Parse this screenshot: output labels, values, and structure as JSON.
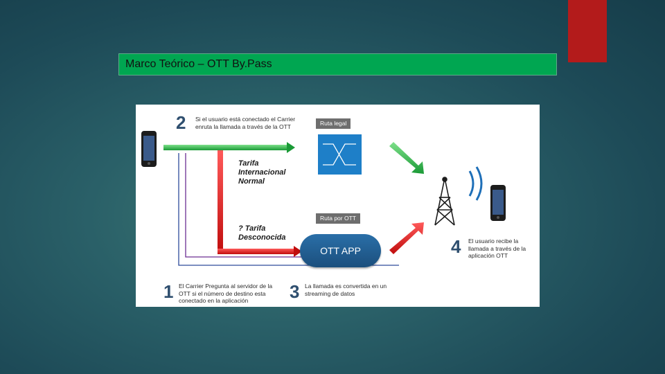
{
  "slide": {
    "title": "Marco Teórico – OTT By.Pass"
  },
  "diagram": {
    "step2": {
      "number": "2",
      "text": "Si el usuario está conectado el Carrier enruta la llamada a través de la OTT"
    },
    "tarifa_normal": "Tarifa Internacional Normal",
    "tarifa_desconocida": "? Tarifa Desconocida",
    "ruta_legal": "Ruta legal",
    "ruta_ott": "Ruta por OTT",
    "ott_app": "OTT APP",
    "step1": {
      "number": "1",
      "text": "El Carrier Pregunta al servidor de la OTT si el número de destino esta conectado en la aplicación"
    },
    "step3": {
      "number": "3",
      "text": "La llamada es convertida en un streaming de datos"
    },
    "step4": {
      "number": "4",
      "text": "El usuario recibe la llamada a través de la aplicación OTT"
    }
  },
  "colors": {
    "title_bar": "#00a651",
    "accent_red": "#b31b1b",
    "arrow_green": "#2eb84a",
    "arrow_red": "#e01b1b",
    "line_purple": "#6a2c91",
    "line_blue": "#2c4a9a",
    "switch_blue": "#1e7fc8"
  }
}
